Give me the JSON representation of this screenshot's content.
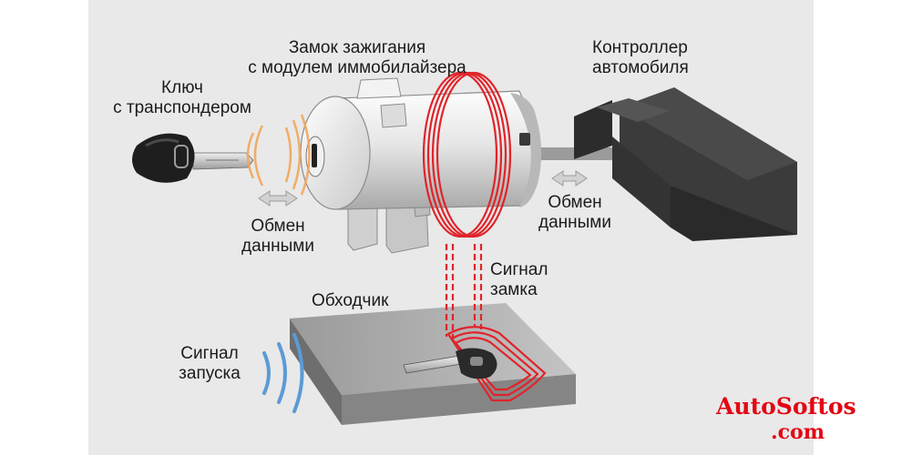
{
  "labels": {
    "key": [
      "Ключ",
      "с транспондером"
    ],
    "lock": [
      "Замок зажигания",
      "с модулем иммобилайзера"
    ],
    "controller": [
      "Контроллер",
      "автомобиля"
    ],
    "exchange_left": [
      "Обмен",
      "данными"
    ],
    "exchange_right": [
      "Обмен",
      "данными"
    ],
    "lock_signal": [
      "Сигнал",
      "замка"
    ],
    "bypass": "Обходчик",
    "start_signal": [
      "Сигнал",
      "запуска"
    ]
  },
  "watermark": {
    "name": "AutoSoftos",
    "domain": ".com"
  },
  "colors": {
    "panel_background": "#e9e9e9",
    "signal_red": "#e0242a",
    "transponder_orange": "#f2a65a",
    "start_signal_blue": "#5b9bd5",
    "controller_dark": "#3a3a3a",
    "watermark_red": "#e30613"
  },
  "icons": [
    "transponder-key-icon",
    "ignition-lock-icon",
    "controller-unit-icon",
    "bypass-device-icon",
    "double-arrow-icon"
  ]
}
